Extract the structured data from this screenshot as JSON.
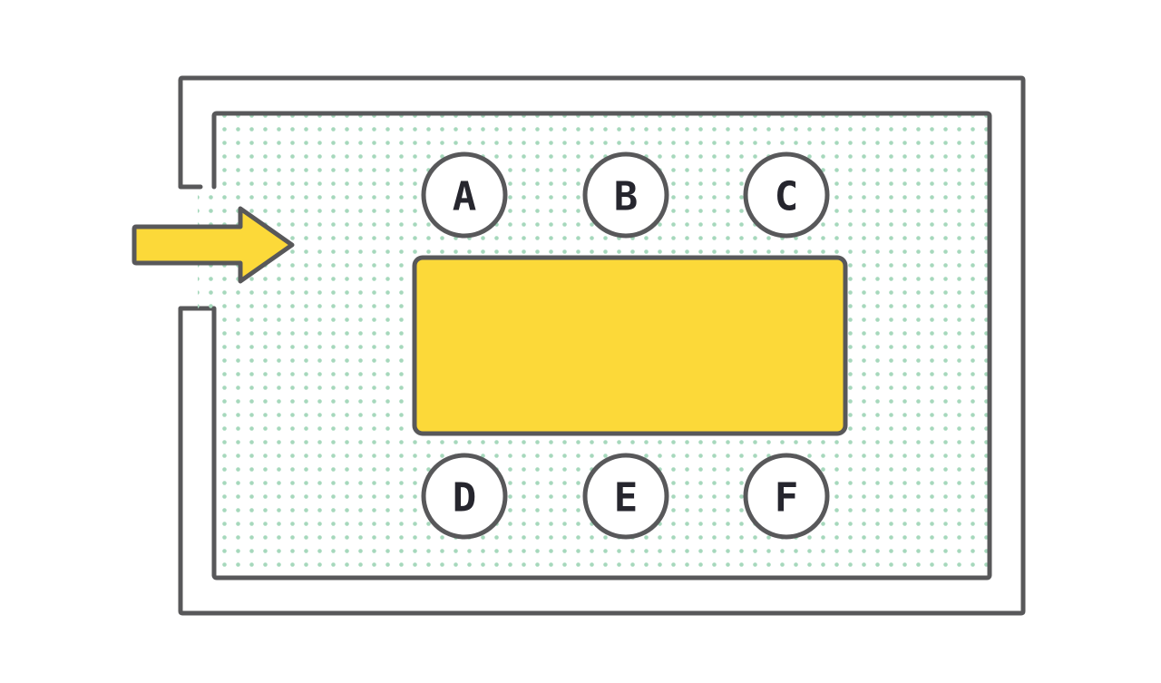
{
  "colors": {
    "background": "#ffffff",
    "outline": "#58585a",
    "room_dots": "#a6d8bc",
    "table_fill": "#fcd939",
    "arrow_fill": "#fcd939",
    "seat_fill": "#ffffff",
    "label_text": "#26262e"
  },
  "entrance_arrow": {
    "icon": "right-arrow-icon",
    "direction": "right"
  },
  "table": {
    "shape": "rectangle"
  },
  "seats": {
    "top": [
      {
        "id": "A",
        "label": "A"
      },
      {
        "id": "B",
        "label": "B"
      },
      {
        "id": "C",
        "label": "C"
      }
    ],
    "bottom": [
      {
        "id": "D",
        "label": "D"
      },
      {
        "id": "E",
        "label": "E"
      },
      {
        "id": "F",
        "label": "F"
      }
    ]
  }
}
